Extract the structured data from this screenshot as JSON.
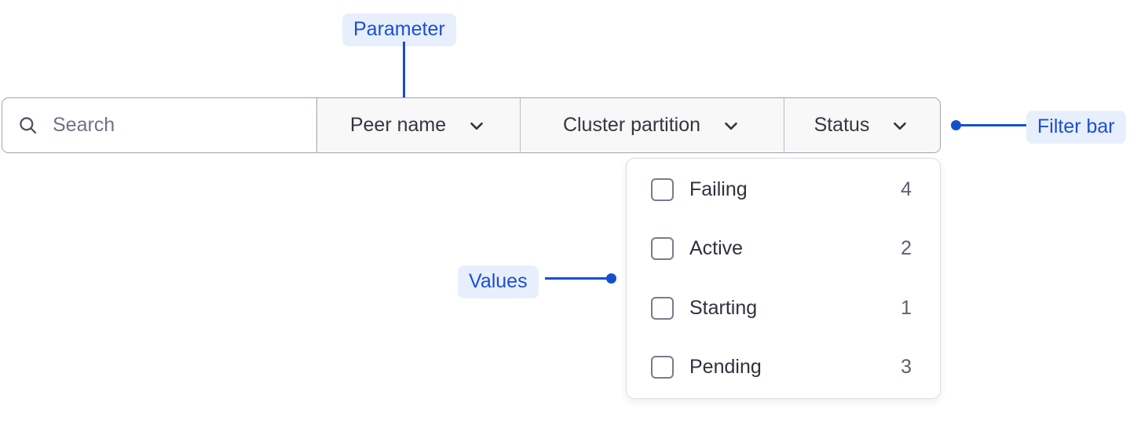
{
  "annotations": [
    {
      "id": "parameter",
      "label": "Parameter"
    },
    {
      "id": "filter-bar",
      "label": "Filter bar"
    },
    {
      "id": "values",
      "label": "Values"
    }
  ],
  "filter_bar": {
    "search": {
      "icon": "search-icon",
      "placeholder": "Search",
      "value": ""
    },
    "dropdowns": [
      {
        "id": "peer-name",
        "label": "Peer name",
        "icon": "chevron-down-icon",
        "expanded": false
      },
      {
        "id": "cluster-partition",
        "label": "Cluster partition",
        "icon": "chevron-down-icon",
        "expanded": false
      },
      {
        "id": "status",
        "label": "Status",
        "icon": "chevron-down-icon",
        "expanded": true
      }
    ]
  },
  "status_panel": {
    "options": [
      {
        "label": "Failing",
        "count": "4",
        "checked": false
      },
      {
        "label": "Active",
        "count": "2",
        "checked": false
      },
      {
        "label": "Starting",
        "count": "1",
        "checked": false
      },
      {
        "label": "Pending",
        "count": "3",
        "checked": false
      }
    ]
  },
  "colors": {
    "annotation_text": "#1a4fd6",
    "annotation_pill_bg": "#e8effc",
    "annotation_line": "#1450cc",
    "filter_border": "#9ea3b0",
    "filter_bg": "#f8f8f9",
    "search_bg": "#ffffff",
    "label_text": "#33373f",
    "placeholder_text": "#6e7382",
    "count_text": "#5c6170",
    "panel_border": "#dcdee3"
  }
}
